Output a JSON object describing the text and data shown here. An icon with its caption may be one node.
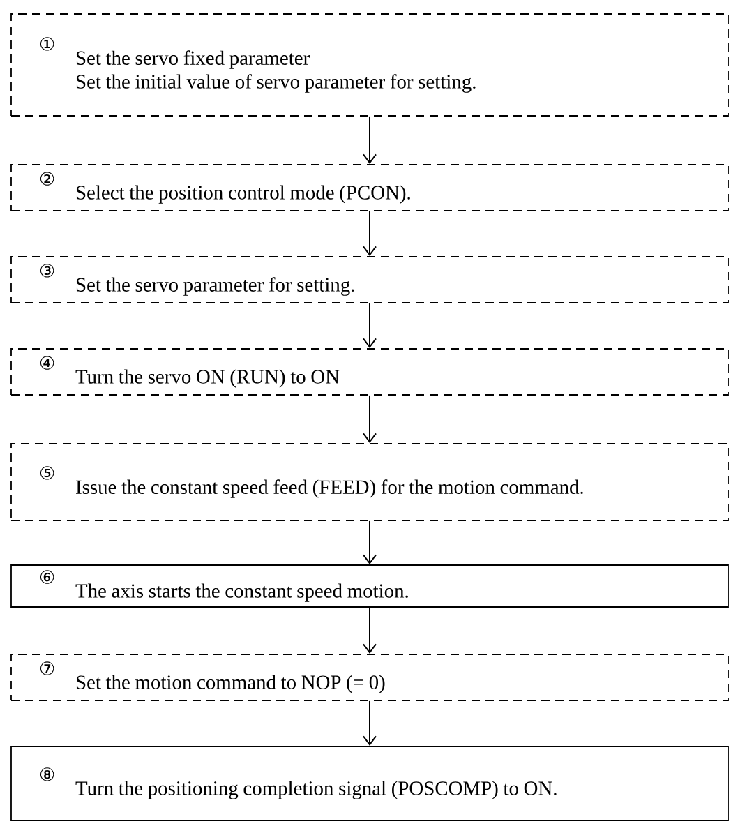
{
  "diagram": {
    "nodes": [
      {
        "text": [
          "①",
          "Set the servo fixed parameter",
          "Set the initial value of servo parameter for setting."
        ]
      },
      {
        "text": [
          "②",
          "Select the position control mode (PCON)."
        ]
      },
      {
        "text": [
          "③",
          "Set the servo parameter for setting."
        ]
      },
      {
        "text": [
          "④",
          "Turn the servo ON (RUN) to ON"
        ]
      },
      {
        "text": [
          "⑤",
          "Issue the constant speed feed (FEED) for the motion command."
        ]
      },
      {
        "text": [
          "⑥",
          "The axis starts the constant speed motion."
        ]
      },
      {
        "text": [
          "⑦",
          "Set the motion command to NOP (= 0)"
        ]
      },
      {
        "text": [
          "⑧",
          "Turn the positioning completion signal (POSCOMP) to ON."
        ]
      }
    ],
    "edges": [
      {
        "from": 0,
        "to": 1,
        "arrow": "to"
      },
      {
        "from": 1,
        "to": 2,
        "arrow": "to"
      },
      {
        "from": 2,
        "to": 3,
        "arrow": "to"
      },
      {
        "from": 3,
        "to": 4,
        "arrow": "to"
      },
      {
        "from": 4,
        "to": 5,
        "arrow": "to"
      },
      {
        "from": 5,
        "to": 6,
        "arrow": "to"
      },
      {
        "from": 6,
        "to": 7,
        "arrow": "to"
      }
    ]
  }
}
